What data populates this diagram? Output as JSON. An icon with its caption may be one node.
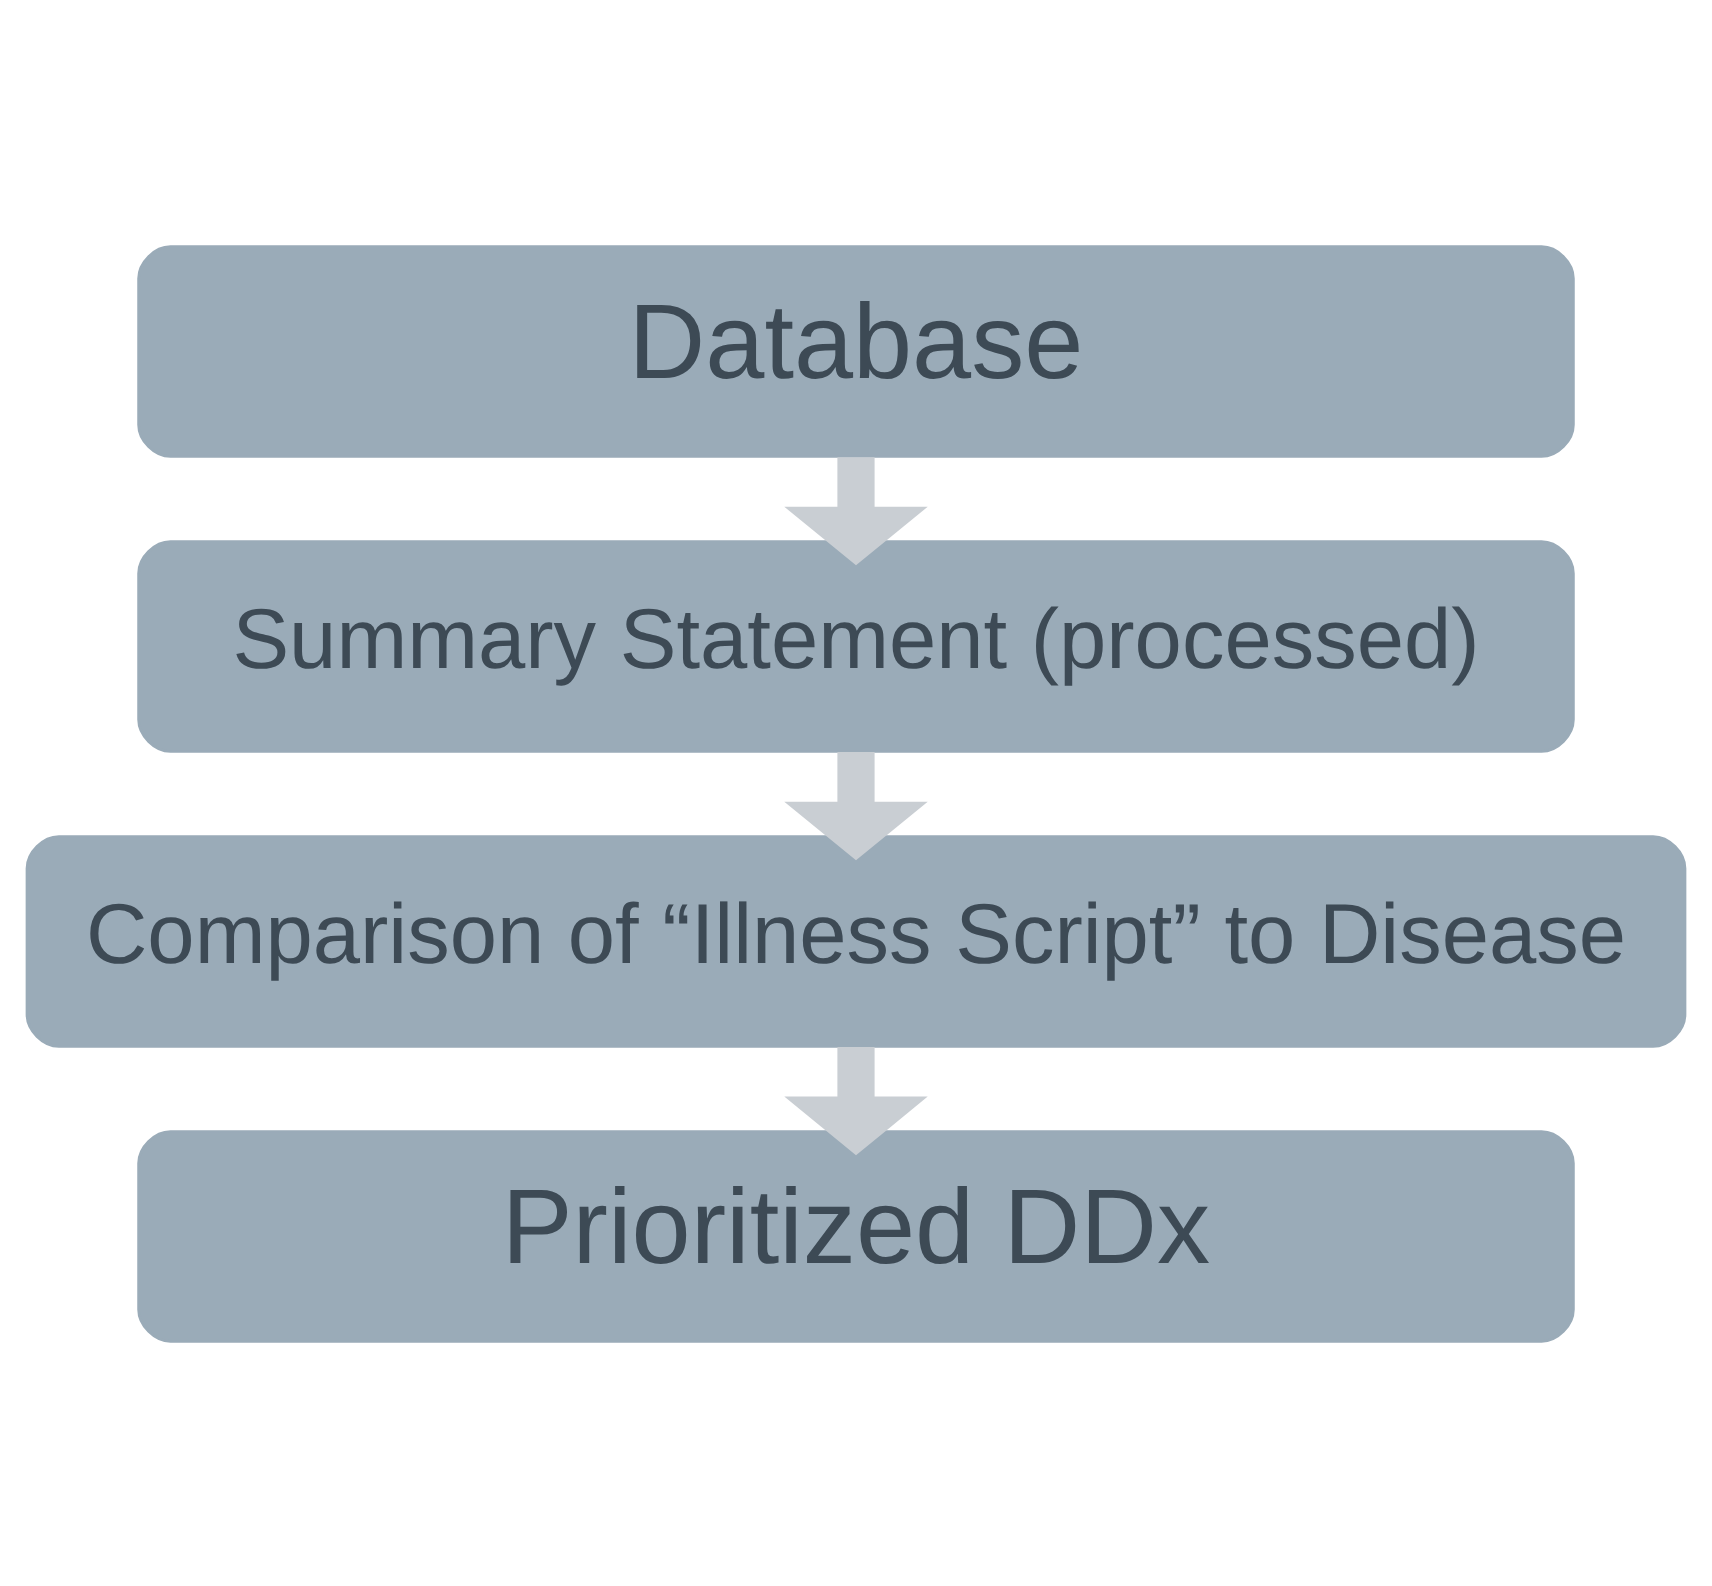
{
  "diagram": {
    "nodes": [
      {
        "text": [
          "Database"
        ]
      },
      {
        "text": [
          "Summary Statement (processed)"
        ]
      },
      {
        "text": [
          "Comparison of “Illness Script” to Disease"
        ]
      },
      {
        "text": [
          "Prioritized DDx"
        ]
      }
    ],
    "edges": [
      {
        "from": 0,
        "to": 1,
        "arrow": "to"
      },
      {
        "from": 1,
        "to": 2,
        "arrow": "to"
      },
      {
        "from": 2,
        "to": 3,
        "arrow": "to"
      }
    ]
  }
}
